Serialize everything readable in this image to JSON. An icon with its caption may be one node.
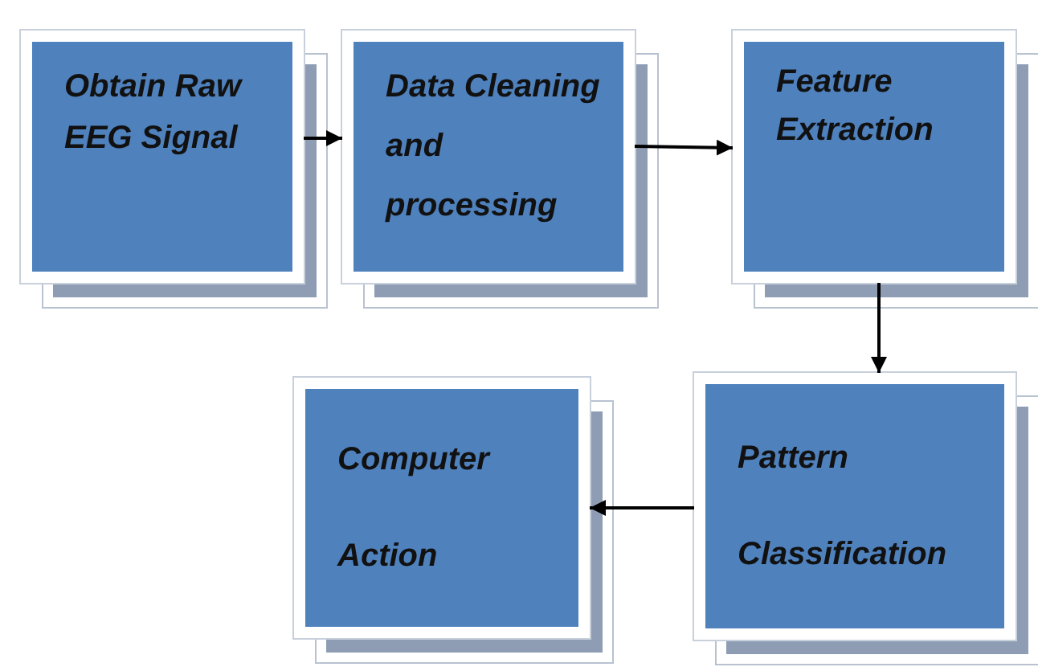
{
  "diagram": {
    "nodes": [
      {
        "text": [
          "Obtain Raw EEG Signal"
        ]
      },
      {
        "text": [
          "Data Cleaning and processing"
        ]
      },
      {
        "text": [
          "Feature Extraction"
        ]
      },
      {
        "text": [
          "Pattern Classification"
        ]
      },
      {
        "text": [
          "Computer Action"
        ]
      }
    ],
    "edges": [
      {
        "from": 0,
        "to": 1,
        "arrow": "to"
      },
      {
        "from": 1,
        "to": 2,
        "arrow": "to"
      },
      {
        "from": 2,
        "to": 3,
        "arrow": "to"
      },
      {
        "from": 3,
        "to": 4,
        "arrow": "to"
      }
    ]
  }
}
